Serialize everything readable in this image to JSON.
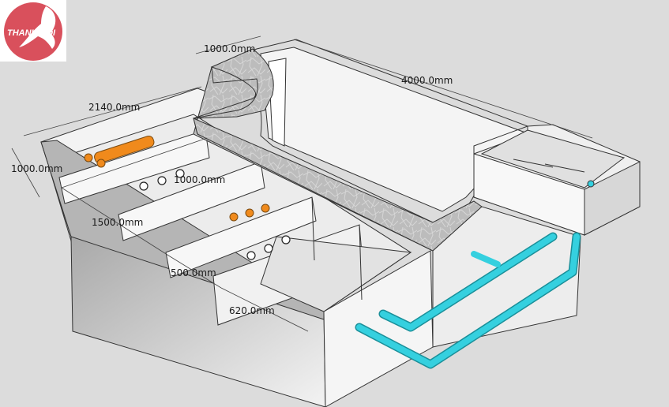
{
  "logo": {
    "text": "THANH KOI",
    "bg_color": "#ffffff",
    "circle_color": "#d9505c",
    "fish_color": "#ffffff"
  },
  "dimensions": {
    "pond_length": "4000.0mm",
    "pond_width": "1000.0mm",
    "filter_length": "2140.0mm",
    "filter_depth": "1000.0mm",
    "chamber_width": "1000.0mm",
    "chamber_1500": "1500.0mm",
    "chamber_500": "500.0mm",
    "chamber_620": "620.0mm"
  },
  "colors": {
    "background": "#dcdcdc",
    "concrete_top": "#b9b9b9",
    "wall_light": "#f2f2f2",
    "wall_mid": "#e6e6e6",
    "wall_dark": "#cfcfcf",
    "pipe": "#35d0df",
    "brush": "#f08a1c",
    "edge": "#333333"
  }
}
